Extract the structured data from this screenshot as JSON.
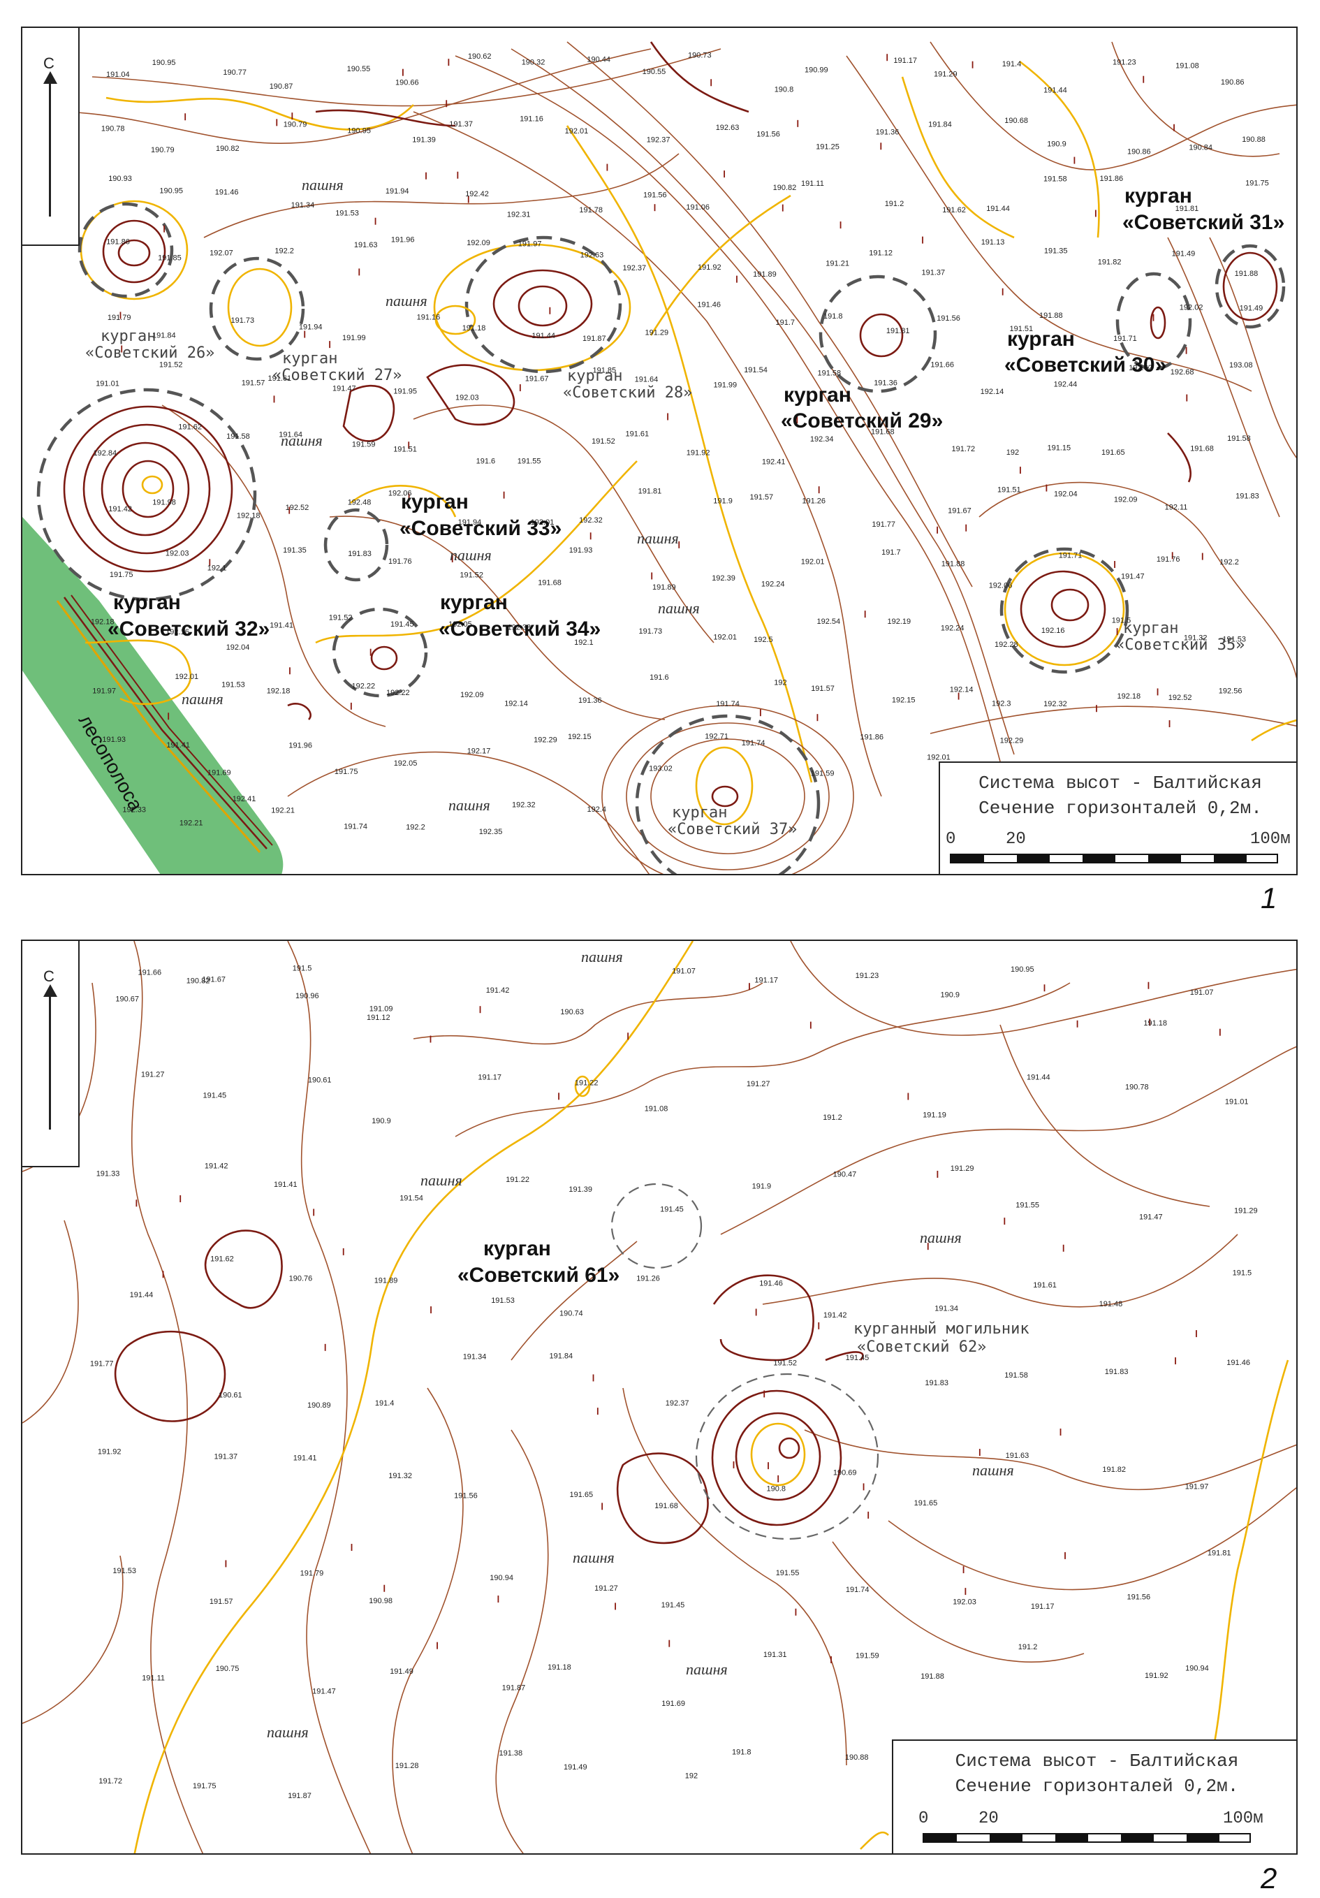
{
  "figures": {
    "fig1": {
      "number": "1",
      "north_letter": "С",
      "legend": {
        "height_system": "Система высот - Балтийская",
        "contour_interval": "Сечение горизонталей 0,2м.",
        "scale_labels": [
          "0",
          "20",
          "100м"
        ]
      },
      "kurgan_headers": [
        {
          "line1": "курган",
          "line2": "«Советский 31»"
        },
        {
          "line1": "курган",
          "line2": "«Советский 30»"
        },
        {
          "line1": "курган",
          "line2": "«Советский 29»"
        },
        {
          "line1": "курган",
          "line2": "«Советский 33»"
        },
        {
          "line1": "курган",
          "line2": "«Советский 32»"
        },
        {
          "line1": "курган",
          "line2": "«Советский 34»"
        }
      ],
      "kurgan_names": [
        {
          "line1": "курган",
          "line2": "«Советский 26»"
        },
        {
          "line1": "курган",
          "line2": "«Советский 27»"
        },
        {
          "line1": "курган",
          "line2": "«Советский 28»"
        },
        {
          "line1": "курган",
          "line2": "«Советский 35»"
        },
        {
          "line1": "курган",
          "line2": "«Советский 37»"
        }
      ],
      "field_labels": [
        "пашня",
        "пашня",
        "пашня",
        "пашня",
        "пашня",
        "пашня",
        "пашня",
        "пашня"
      ],
      "forest_belt": "лесополоса",
      "elevations": [
        "191.04",
        "190.95",
        "190.77",
        "190.87",
        "190.55",
        "190.66",
        "190.62",
        "190.32",
        "190.44",
        "190.55",
        "190.73",
        "190.8",
        "190.99",
        "191.17",
        "191.29",
        "191.4",
        "191.44",
        "191.23",
        "191.08",
        "190.86",
        "190.78",
        "190.79",
        "190.82",
        "190.79",
        "190.95",
        "191.39",
        "191.37",
        "191.16",
        "192.01",
        "192.37",
        "192.63",
        "191.56",
        "191.25",
        "191.36",
        "191.84",
        "190.68",
        "190.9",
        "190.86",
        "190.84",
        "190.88",
        "190.93",
        "190.95",
        "191.46",
        "191.34",
        "191.53",
        "191.94",
        "192.42",
        "192.31",
        "191.78",
        "191.56",
        "191.06",
        "190.82",
        "191.11",
        "191.2",
        "191.62",
        "191.44",
        "191.58",
        "191.86",
        "191.81",
        "191.75",
        "191.86",
        "191.85",
        "192.07",
        "192.2",
        "191.63",
        "191.96",
        "192.09",
        "191.97",
        "192.63",
        "192.37",
        "191.92",
        "191.89",
        "191.21",
        "191.12",
        "191.37",
        "191.13",
        "191.35",
        "191.82",
        "191.49",
        "191.88",
        "191.79",
        "191.84",
        "191.73",
        "191.94",
        "191.99",
        "191.16",
        "191.18",
        "191.44",
        "191.87",
        "191.29",
        "191.46",
        "191.7",
        "191.8",
        "191.81",
        "191.56",
        "191.51",
        "191.88",
        "191.71",
        "192.02",
        "191.49",
        "191.01",
        "191.52",
        "191.57",
        "191.61",
        "191.47",
        "191.95",
        "192.03",
        "191.67",
        "191.85",
        "191.64",
        "191.99",
        "191.54",
        "191.58",
        "191.36",
        "191.66",
        "192.14",
        "192.44",
        "192.62",
        "192.68",
        "193.08",
        "192.84",
        "191.62",
        "191.58",
        "191.64",
        "191.59",
        "191.51",
        "191.6",
        "191.55",
        "191.52",
        "191.61",
        "191.92",
        "192.41",
        "192.34",
        "191.68",
        "191.72",
        "192",
        "191.15",
        "191.65",
        "191.68",
        "191.58",
        "191.42",
        "191.98",
        "192.18",
        "192.52",
        "192.48",
        "192.06",
        "191.94",
        "192.01",
        "192.32",
        "191.81",
        "191.9",
        "191.57",
        "191.26",
        "191.77",
        "191.67",
        "191.51",
        "192.04",
        "192.09",
        "192.11",
        "191.83",
        "191.75",
        "192.03",
        "192.1",
        "191.35",
        "191.83",
        "191.76",
        "191.52",
        "191.68",
        "191.93",
        "191.89",
        "192.39",
        "192.24",
        "192.01",
        "191.7",
        "191.88",
        "192.06",
        "191.71",
        "191.47",
        "191.76",
        "192.2",
        "192.18",
        "192.16",
        "192.04",
        "191.41",
        "191.52",
        "191.45",
        "192.05",
        "192.33",
        "192.1",
        "191.73",
        "192.01",
        "192.5",
        "192.54",
        "192.19",
        "192.24",
        "192.28",
        "192.16",
        "191.5",
        "191.32",
        "191.53",
        "191.97",
        "192.01",
        "191.53",
        "192.18",
        "192.22",
        "192.22",
        "192.09",
        "192.14",
        "191.36",
        "191.6",
        "191.74",
        "192",
        "191.57",
        "192.15",
        "192.14",
        "192.3",
        "192.32",
        "192.18",
        "192.52",
        "192.56",
        "191.93",
        "191.41",
        "191.69",
        "191.96",
        "191.75",
        "192.05",
        "192.17",
        "192.29",
        "192.15",
        "193.02",
        "192.71",
        "191.74",
        "191.59",
        "191.86",
        "192.01",
        "192.29",
        "192.33",
        "192.21",
        "192.41",
        "192.21",
        "191.74",
        "192.2",
        "192.35",
        "192.32",
        "192.4"
      ]
    },
    "fig2": {
      "number": "2",
      "north_letter": "С",
      "legend": {
        "height_system": "Система высот - Балтийская",
        "contour_interval": "Сечение горизонталей 0,2м.",
        "scale_labels": [
          "0",
          "20",
          "100м"
        ]
      },
      "kurgan_header": {
        "line1": "курган",
        "line2": "«Советский 61»"
      },
      "burial_ground": {
        "line1": "курганный могильник",
        "line2": "«Советский 62»"
      },
      "field_labels": [
        "пашня",
        "пашня",
        "пашня",
        "пашня",
        "пашня",
        "пашня",
        "пашня"
      ],
      "elevations": [
        "190.67",
        "190.82",
        "190.96",
        "191.12",
        "191.42",
        "190.63",
        "191.07",
        "191.17",
        "191.23",
        "190.9",
        "190.95",
        "191.18",
        "191.07",
        "191.27",
        "191.45",
        "190.61",
        "190.9",
        "191.17",
        "191.22",
        "191.08",
        "191.27",
        "191.2",
        "191.19",
        "191.44",
        "190.78",
        "191.01",
        "191.33",
        "191.42",
        "191.41",
        "191.54",
        "191.22",
        "191.39",
        "191.45",
        "191.9",
        "190.47",
        "191.29",
        "191.55",
        "191.47",
        "191.29",
        "191.44",
        "191.62",
        "190.76",
        "191.89",
        "191.53",
        "190.74",
        "191.26",
        "191.46",
        "191.42",
        "191.34",
        "191.61",
        "191.48",
        "191.5",
        "191.77",
        "190.61",
        "190.89",
        "191.4",
        "191.34",
        "191.84",
        "192.37",
        "191.52",
        "191.45",
        "191.83",
        "191.58",
        "191.83",
        "191.46",
        "191.92",
        "191.37",
        "191.41",
        "191.32",
        "191.56",
        "191.65",
        "191.68",
        "190.8",
        "190.69",
        "191.65",
        "191.63",
        "191.82",
        "191.97",
        "191.53",
        "191.57",
        "191.79",
        "190.98",
        "190.94",
        "191.27",
        "191.45",
        "191.55",
        "191.74",
        "192.03",
        "191.17",
        "191.56",
        "191.81",
        "191.11",
        "190.75",
        "191.47",
        "191.49",
        "191.87",
        "191.18",
        "191.69",
        "191.31",
        "191.59",
        "191.88",
        "191.2",
        "191.92",
        "190.94",
        "191.72",
        "191.75",
        "191.87",
        "191.28",
        "191.38",
        "191.49",
        "192",
        "191.8",
        "190.88",
        "191.66",
        "191.67",
        "191.5",
        "191.09"
      ]
    }
  }
}
